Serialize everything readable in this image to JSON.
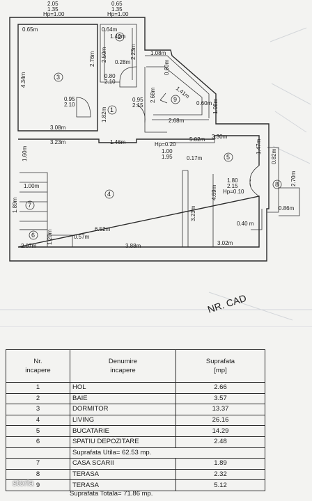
{
  "plan": {
    "top_labels": {
      "a1": "2.05",
      "a2": "1.35",
      "a3": "Hp=1.00",
      "b1": "0.65",
      "b2": "1.35",
      "b3": "Hp=1.00"
    },
    "room_numbers": [
      "1",
      "2",
      "3",
      "4",
      "5",
      "6",
      "7",
      "8",
      "9"
    ],
    "dims": {
      "d065": "0.65m",
      "d064": "0.64m",
      "d146a": "1.46m",
      "d434": "4.34m",
      "d276": "2.76m",
      "d250": "2.50m",
      "d223": "2.23m",
      "d028": "0.28m",
      "d108a": "1.08m",
      "d080a": "0.80",
      "d210a": "2.10",
      "d095a": "0.95",
      "d210b": "2.10",
      "d182": "1.82m",
      "d268a": "2.68m",
      "d095b": "0.95",
      "d215a": "2.15",
      "d060b": "0.60m",
      "d141": "1.41m",
      "d060c": "0.60m",
      "d108b": "1.08m",
      "d308": "3.08m",
      "d268b": "2.68m",
      "d323": "3.23m",
      "d146b": "1.46m",
      "hp020": "Hp=0.20",
      "d502": "5.02m",
      "d330": "3.30m",
      "d147": "1.47m",
      "d082": "0.82m",
      "d100": "1.00",
      "d195": "1.95",
      "d017": "0.17m",
      "d160": "1.60m",
      "d100m": "1.00m",
      "d180": "1.80",
      "d215b": "2.15",
      "hp010": "Hp=0.10",
      "d270": "2.70m",
      "d469": "4.69m",
      "d189": "1.89m",
      "d323v": "3.23m",
      "d086": "0.86m",
      "d040": "0.40 m",
      "d652": "6.52m",
      "d120": "1.20m",
      "d057": "0.57m",
      "d207": "2.07m",
      "d388": "3.88m",
      "d302": "3.02m"
    },
    "watermark": "NR. CAD"
  },
  "legend": {
    "header": {
      "nr": "Nr.\nincapere",
      "name": "Denumire\nincapere",
      "area": "Suprafata\n[mp]"
    },
    "rows_a": [
      {
        "nr": "1",
        "name": "HOL",
        "area": "2.66"
      },
      {
        "nr": "2",
        "name": "BAIE",
        "area": "3.57"
      },
      {
        "nr": "3",
        "name": "DORMITOR",
        "area": "13.37"
      },
      {
        "nr": "4",
        "name": "LIVING",
        "area": "26.16"
      },
      {
        "nr": "5",
        "name": "BUCATARIE",
        "area": "14.29"
      },
      {
        "nr": "6",
        "name": "SPATIU DEPOZITARE",
        "area": "2.48"
      }
    ],
    "subtotal": "Suprafata Utila= 62.53 mp.",
    "rows_b": [
      {
        "nr": "7",
        "name": "CASA SCARII",
        "area": "1.89"
      },
      {
        "nr": "8",
        "name": "TERASA",
        "area": "2.32"
      },
      {
        "nr": "9",
        "name": "TERASA",
        "area": "5.12"
      }
    ],
    "total": "Suprafata Totala= 71.86 mp."
  },
  "brand": "storia"
}
